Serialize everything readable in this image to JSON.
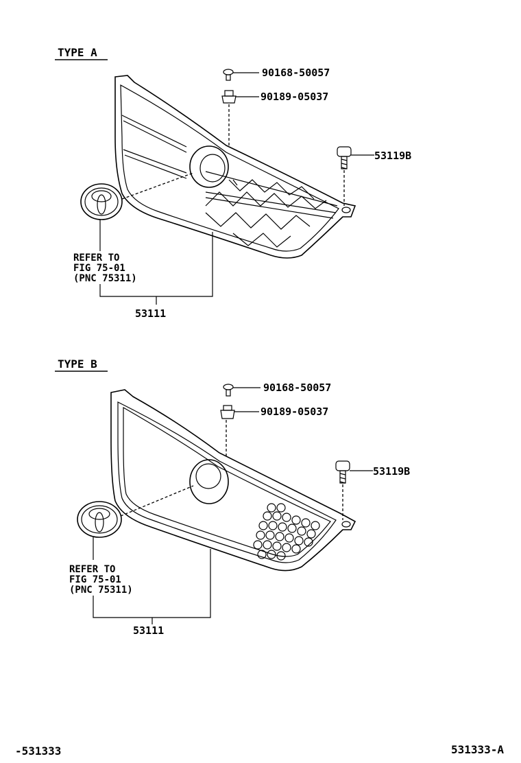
{
  "type_a": {
    "title": "TYPE A",
    "part_screw": "90168-50057",
    "part_clip": "90189-05037",
    "part_bolt": "53119B",
    "part_grille": "53111",
    "refer_line1": "REFER TO",
    "refer_line2": "FIG 75-01",
    "refer_line3": "(PNC 75311)"
  },
  "type_b": {
    "title": "TYPE B",
    "part_screw": "90168-50057",
    "part_clip": "90189-05037",
    "part_bolt": "53119B",
    "part_grille": "53111",
    "refer_line1": "REFER TO",
    "refer_line2": "FIG 75-01",
    "refer_line3": "(PNC 75311)"
  },
  "footer": {
    "left_code": "-531333",
    "right_code": "531333-A"
  }
}
